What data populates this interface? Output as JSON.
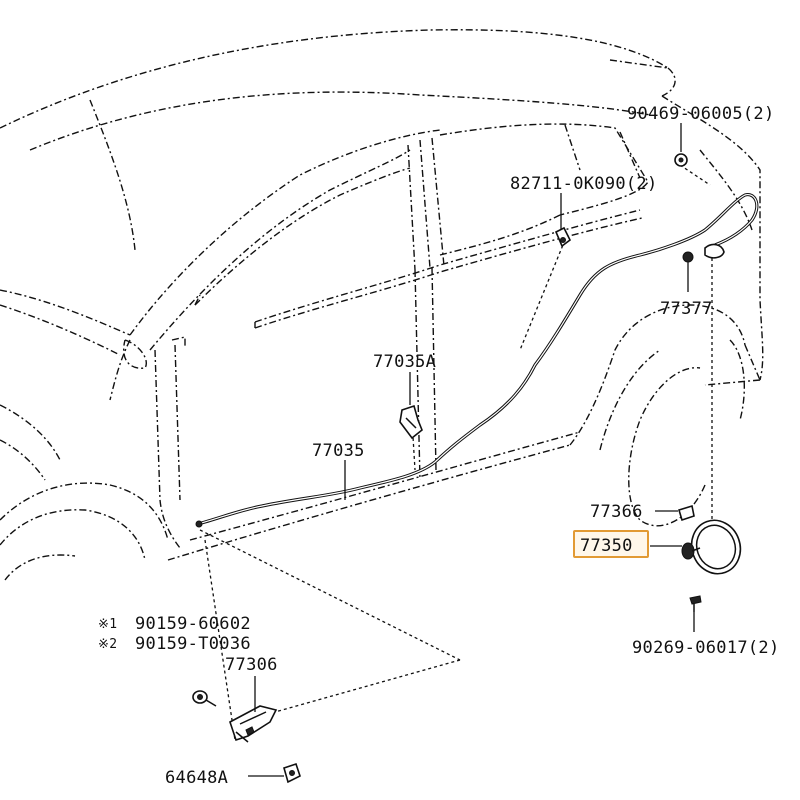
{
  "labels": {
    "p90469": "90469-06005(2)",
    "p82711": "82711-0K090(2)",
    "p77377": "77377",
    "p77035a": "77035A",
    "p77035": "77035",
    "p77366": "77366",
    "p77350": "77350",
    "p90269": "90269-06017(2)",
    "p90159a": "90159-60602",
    "p90159b": "90159-T0036",
    "p77306": "77306",
    "p64648a": "64648A"
  },
  "notes": {
    "n1": "※1",
    "n2": "※2"
  },
  "highlight_color": "#e29a34"
}
